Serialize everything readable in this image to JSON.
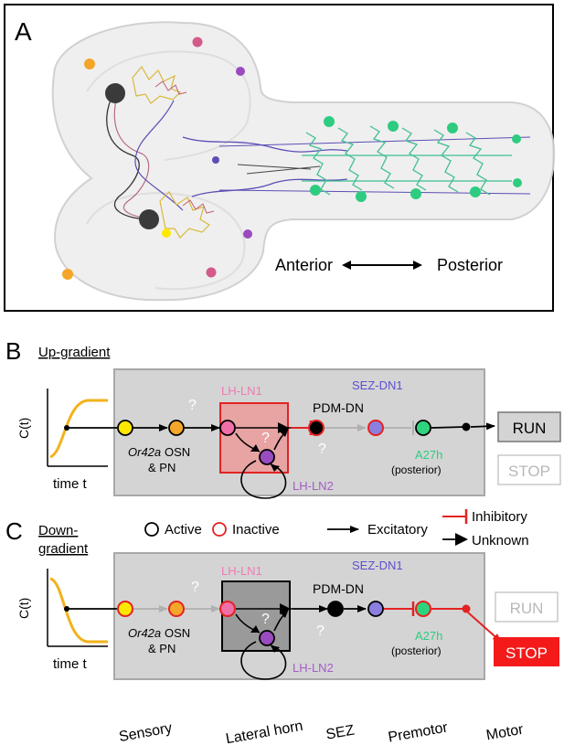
{
  "panel_a": {
    "label": "A",
    "axis_left": "Anterior",
    "axis_right": "Posterior"
  },
  "panel_b": {
    "label": "B",
    "title": "Up-gradient",
    "ylabel": "C(t)",
    "xlabel": "time t",
    "lhln1": "LH-LN1",
    "lhln2": "LH-LN2",
    "sezdn1": "SEZ-DN1",
    "pdmdn": "PDM-DN",
    "a27h": "A27h",
    "posterior": "(posterior)",
    "osn_italic": "Or42a",
    "osn_rest": " OSN",
    "pn": "& PN",
    "q": "?",
    "run": "RUN",
    "stop": "STOP"
  },
  "panel_c": {
    "label": "C",
    "title_line1": "Down-",
    "title_line2": "gradient",
    "ylabel": "C(t)",
    "xlabel": "time t",
    "lhln1": "LH-LN1",
    "lhln2": "LH-LN2",
    "sezdn1": "SEZ-DN1",
    "pdmdn": "PDM-DN",
    "a27h": "A27h",
    "posterior": "(posterior)",
    "osn_italic": "Or42a",
    "osn_rest": " OSN",
    "pn": "& PN",
    "q": "?",
    "run": "RUN",
    "stop": "STOP"
  },
  "legend": {
    "active": "Active",
    "inactive": "Inactive",
    "excitatory": "Excitatory",
    "inhibitory": "Inhibitory",
    "unknown": "Unknown"
  },
  "bottom_labels": {
    "sensory": "Sensory",
    "lateral_horn": "Lateral horn",
    "sez": "SEZ",
    "premotor": "Premotor",
    "motor": "Motor"
  },
  "colors": {
    "yellow_node": "#ffe800",
    "orange_node": "#f4a62a",
    "pink_node": "#f06fa8",
    "purple_node": "#9a4bc0",
    "blue_node": "#8a7fe0",
    "green_node": "#2ed47d",
    "inhibit_red": "#e32222",
    "curve_orange": "#f2b21b",
    "box_grey": "#d4d4d4",
    "lh_box_red": "#e8a3a3",
    "lh_box_dark": "#9a9a9a",
    "label_pink": "#f07ab5",
    "label_purple": "#a45cc8",
    "label_blue": "#5b4fd0",
    "label_green": "#2ecc80",
    "stop_red": "#f41a1a"
  }
}
